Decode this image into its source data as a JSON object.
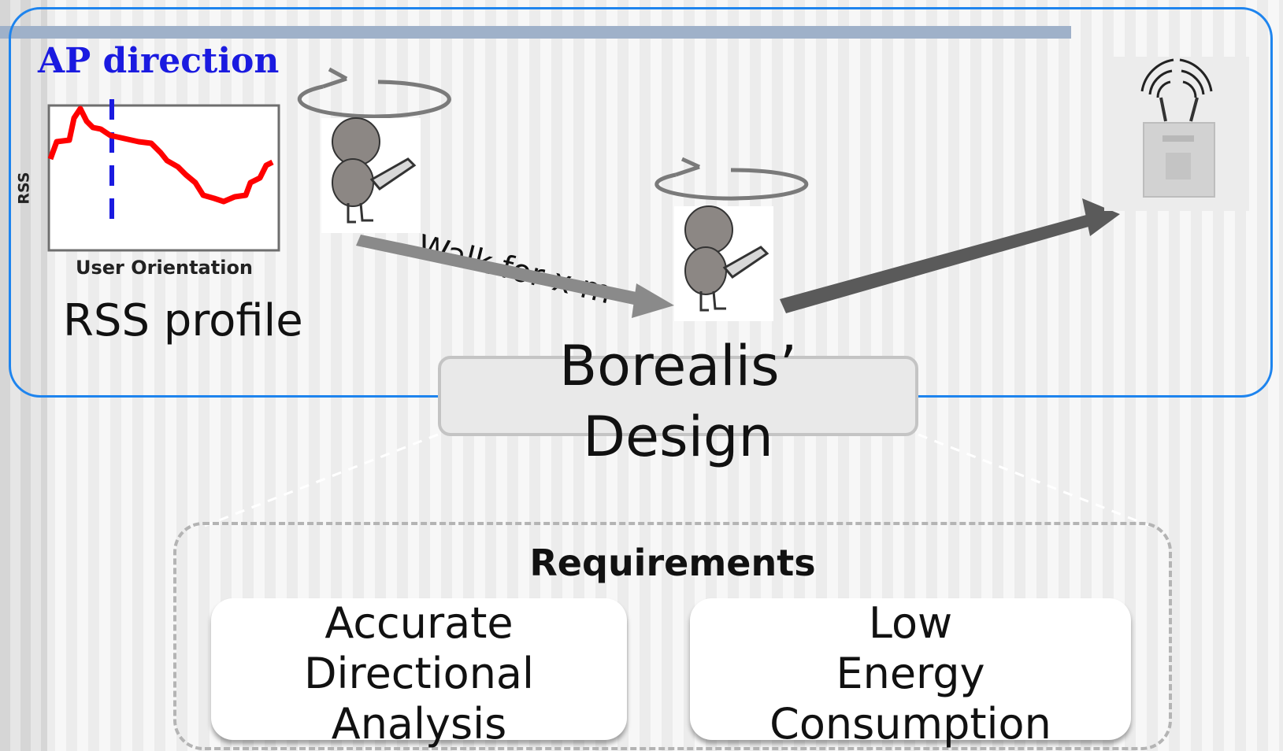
{
  "ap_direction_label": "AP direction",
  "rss_axis_label": "RSS",
  "user_orientation_label": "User Orientation",
  "rss_profile_label": "RSS profile",
  "walk_label": "Walk for x m",
  "design": {
    "line1": "Borealis’",
    "line2": "Design"
  },
  "requirements": {
    "title": "Requirements",
    "items": [
      {
        "lines": [
          "Accurate",
          "Directional",
          "Analysis"
        ]
      },
      {
        "lines": [
          "Low",
          "Energy",
          "Consumption"
        ]
      }
    ]
  },
  "colors": {
    "panel_border": "#1e84ee",
    "ap_text": "#1a1ae0",
    "rss_curve": "#ff0000",
    "ap_dashline": "#1a1ae0",
    "arrow": "#7a7a7a"
  }
}
